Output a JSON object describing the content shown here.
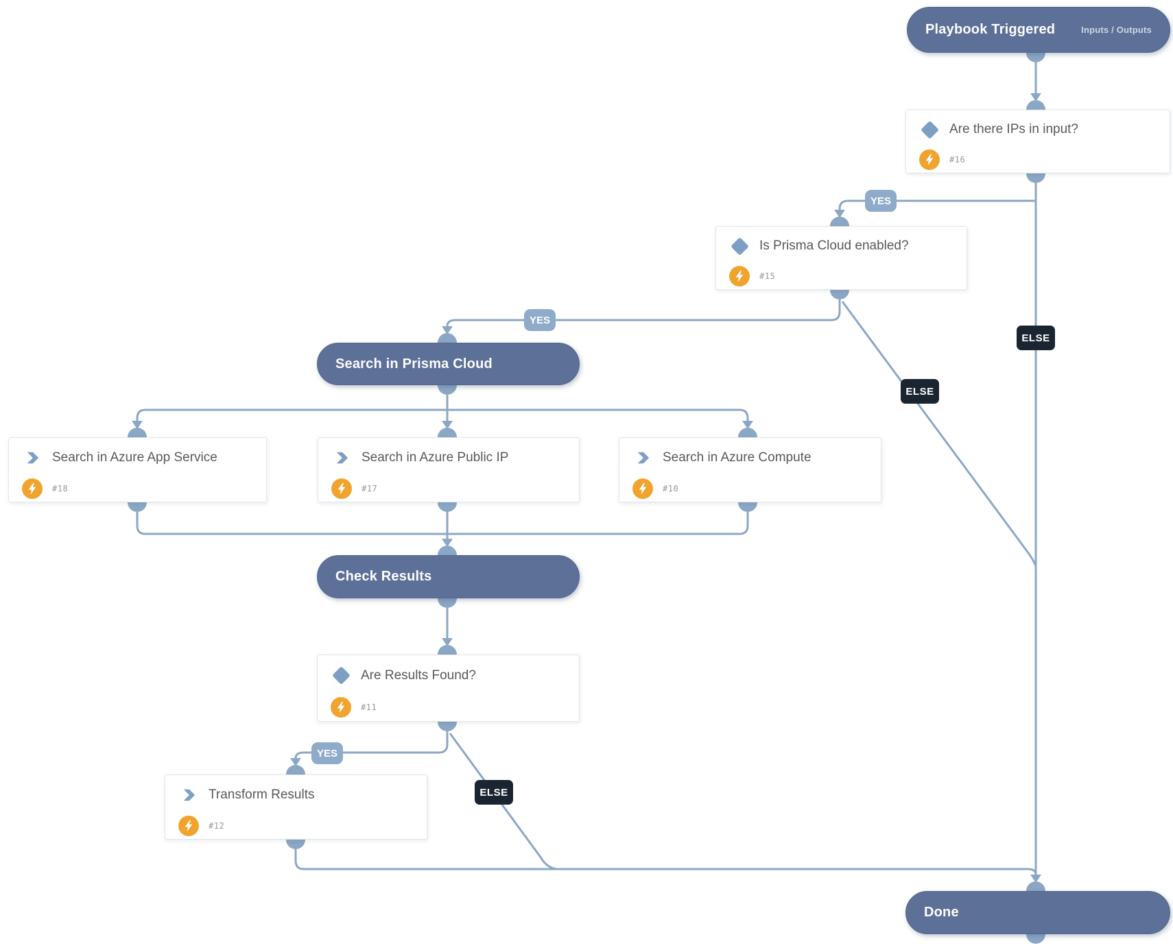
{
  "app": {
    "view": "playbook-workflow"
  },
  "colors": {
    "section_pill": "#5d7097",
    "connector": "#8ba7c6",
    "yes_badge": "#8fabca",
    "else_badge": "#1b2531",
    "condition_icon_blue": "#7d9fc4",
    "automation_icon_orange": "#f0a42e"
  },
  "nodes": {
    "playbook_triggered": {
      "label": "Playbook Triggered",
      "inputs_outputs_label": "Inputs / Outputs"
    },
    "are_there_ips": {
      "title": "Are there IPs in input?",
      "task_id": "#16"
    },
    "is_prisma_enabled": {
      "title": "Is Prisma Cloud enabled?",
      "task_id": "#15"
    },
    "search_in_prisma_cloud": {
      "label": "Search in Prisma Cloud"
    },
    "search_azure_app_service": {
      "title": "Search in Azure App Service",
      "task_id": "#18"
    },
    "search_azure_public_ip": {
      "title": "Search in Azure Public IP",
      "task_id": "#17"
    },
    "search_azure_compute": {
      "title": "Search in Azure Compute",
      "task_id": "#10"
    },
    "check_results": {
      "label": "Check Results"
    },
    "are_results_found": {
      "title": "Are Results Found?",
      "task_id": "#11"
    },
    "transform_results": {
      "title": "Transform Results",
      "task_id": "#12"
    },
    "done": {
      "label": "Done"
    }
  },
  "edge_labels": {
    "ips_yes": "YES",
    "ips_else": "ELSE",
    "prisma_yes": "YES",
    "prisma_else": "ELSE",
    "results_yes": "YES",
    "results_else": "ELSE"
  }
}
